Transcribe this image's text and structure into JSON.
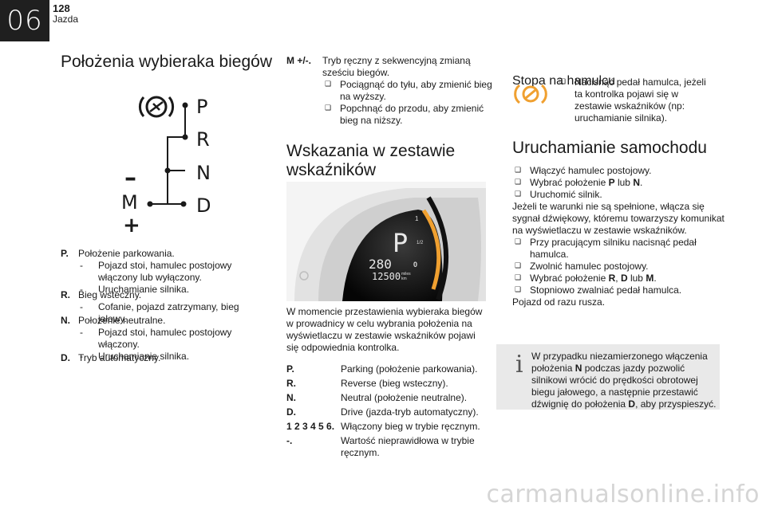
{
  "header": {
    "chapter": "06",
    "page_number": "128",
    "chapter_name": "Jazda"
  },
  "col1": {
    "title": "Położenia wybieraka biegów",
    "selector_letters": [
      "P",
      "R",
      "N",
      "D"
    ],
    "manual_letter": "M",
    "minus": "–",
    "plus": "+",
    "defs": [
      {
        "key": "P.",
        "text": "Położenie parkowania.",
        "subs": [
          "Pojazd stoi, hamulec postojowy włączony lub wyłączony.",
          "Uruchamianie silnika."
        ]
      },
      {
        "key": "R.",
        "text": "Bieg wsteczny.",
        "subs": [
          "Cofanie, pojazd zatrzymany, bieg jałowy."
        ]
      },
      {
        "key": "N.",
        "text": "Położenie neutralne.",
        "subs": [
          "Pojazd stoi, hamulec postojowy włączony.",
          "Uruchamianie silnika."
        ]
      },
      {
        "key": "D.",
        "text": "Tryb automatyczny.",
        "subs": []
      }
    ]
  },
  "col2": {
    "m_key": "M +/-.",
    "m_text": "Tryb ręczny z sekwencyjną zmianą sześciu biegów.",
    "m_bullets": [
      "Pociągnąć do tyłu, aby zmienić bieg na wyższy.",
      "Popchnąć do przodu, aby zmienić bieg na niższy."
    ],
    "title": "Wskazania w zestawie wskaźników",
    "cluster": {
      "gear": "P",
      "speed": "280",
      "odo": "12500",
      "unit": "km",
      "unit2": "miles",
      "scale_top": "1",
      "scale_mid": "1/2",
      "scale_bot": "0"
    },
    "paragraph": "W momencie przestawienia wybieraka biegów w prowadnicy w celu wybrania położenia na wyświetlaczu w zestawie wskaźników pojawi się odpowiednia kontrolka.",
    "table": [
      {
        "key": "P.",
        "value": "Parking (położenie parkowania)."
      },
      {
        "key": "R.",
        "value": "Reverse (bieg wsteczny)."
      },
      {
        "key": "N.",
        "value": "Neutral (położenie neutralne)."
      },
      {
        "key": "D.",
        "value": "Drive (jazda-tryb automatyczny)."
      },
      {
        "key": "1 2 3 4 5 6.",
        "value": "Włączony bieg w trybie ręcznym."
      },
      {
        "key": "-.",
        "value": "Wartość nieprawidłowa w trybie ręcznym."
      }
    ]
  },
  "col3": {
    "title1": "Stopa na hamulcu",
    "brake_bullet": "Nacisnąć pedał hamulca, jeżeli ta kontrolka pojawi się w zestawie wskaźników (np: uruchamianie silnika).",
    "title2": "Uruchamianie samochodu",
    "steps": [
      {
        "type": "bullet",
        "parts": [
          "Włączyć hamulec postojowy."
        ]
      },
      {
        "type": "bullet",
        "parts": [
          "Wybrać położenie ",
          "P",
          " lub ",
          "N",
          "."
        ]
      },
      {
        "type": "bullet",
        "parts": [
          "Uruchomić silnik."
        ]
      },
      {
        "type": "text",
        "parts": [
          "Jeżeli te warunki nie są spełnione, włącza się sygnał dźwiękowy, któremu towarzyszy komunikat na wyświetlaczu w zestawie wskaźników."
        ]
      },
      {
        "type": "bullet",
        "parts": [
          "Przy pracującym silniku nacisnąć pedał hamulca."
        ]
      },
      {
        "type": "bullet",
        "parts": [
          "Zwolnić hamulec postojowy."
        ]
      },
      {
        "type": "bullet",
        "parts": [
          "Wybrać położenie ",
          "R",
          ", ",
          "D",
          " lub ",
          "M",
          "."
        ]
      },
      {
        "type": "bullet",
        "parts": [
          "Stopniowo zwalniać pedał hamulca."
        ]
      },
      {
        "type": "text",
        "parts": [
          "Pojazd od razu rusza."
        ]
      }
    ],
    "note_icon": "i",
    "note_parts": [
      "W przypadku niezamierzonego włączenia położenia ",
      "N",
      " podczas jazdy pozwolić silnikowi wrócić do prędkości obrotowej biegu jałowego, a następnie przestawić dźwignię do położenia ",
      "D",
      ", aby przyspieszyć."
    ]
  },
  "watermark": "carmanualsonline.info",
  "colors": {
    "accent": "#f0a030",
    "tab": "#1f1f1f",
    "note_bg": "#e9e9e9"
  }
}
